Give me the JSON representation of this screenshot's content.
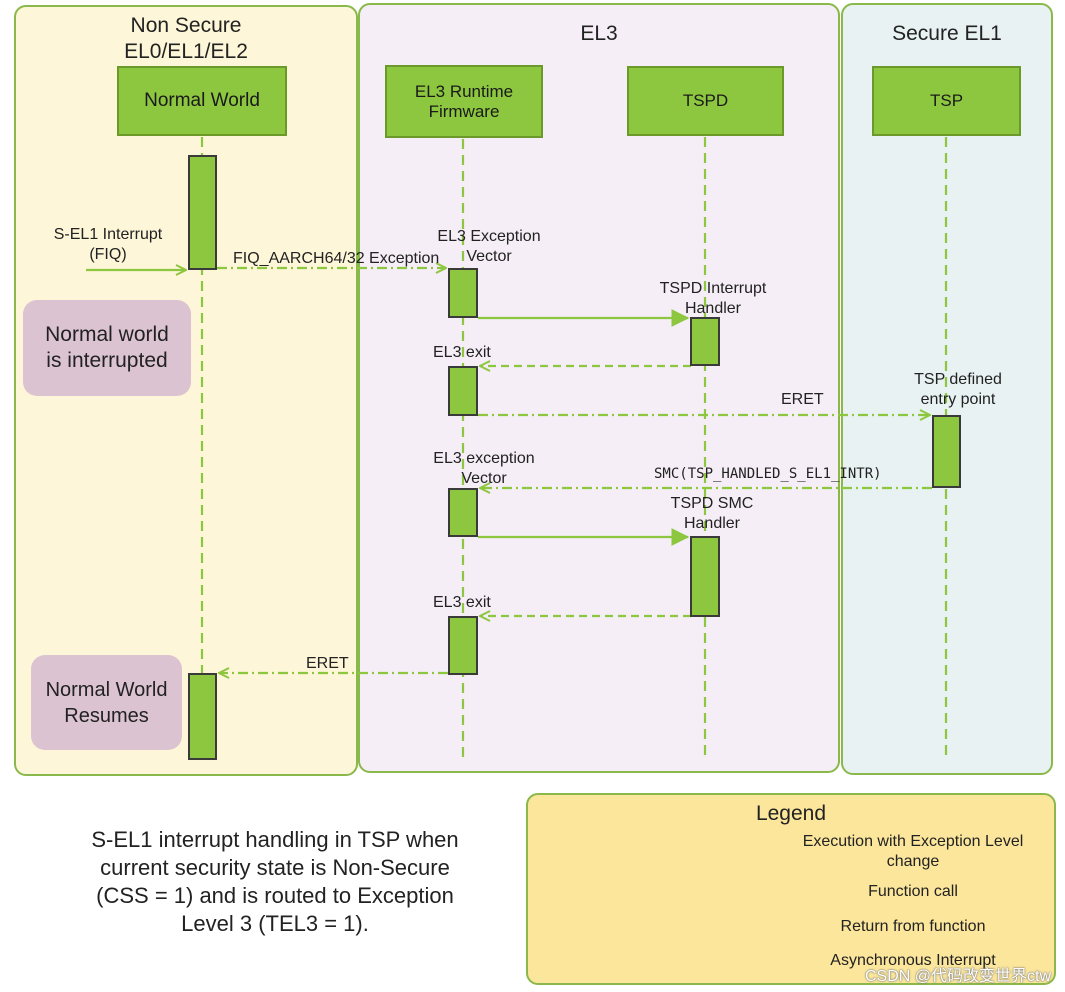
{
  "zones": {
    "nonsecure": {
      "title_line1": "Non Secure",
      "title_line2": "EL0/EL1/EL2"
    },
    "el3": {
      "title": "EL3"
    },
    "secure": {
      "title": "Secure EL1"
    }
  },
  "participants": {
    "normal_world": "Normal World",
    "runtime_line1": "EL3 Runtime",
    "runtime_line2": "Firmware",
    "tspd": "TSPD",
    "tsp": "TSP"
  },
  "notes": {
    "interrupted_line1": "Normal world",
    "interrupted_line2": "is interrupted",
    "resumes_line1": "Normal World",
    "resumes_line2": "Resumes"
  },
  "labels": {
    "sel1_interrupt_line1": "S-EL1 Interrupt",
    "sel1_interrupt_line2": "(FIQ)",
    "fiq_exception": "FIQ_AARCH64/32 Exception",
    "el3_exc_vector_line1": "EL3 Exception",
    "el3_exc_vector_line2": "Vector",
    "tspd_int_handler_line1": "TSPD Interrupt",
    "tspd_int_handler_line2": "Handler",
    "el3_exit_1": "EL3 exit",
    "eret_1": "ERET",
    "tsp_entry_line1": "TSP defined",
    "tsp_entry_line2": "entry point",
    "el3_exc_vector2_line1": "EL3 exception",
    "el3_exc_vector2_line2": "Vector",
    "smc_call": "SMC(TSP_HANDLED_S_EL1_INTR)",
    "tspd_smc_handler_line1": "TSPD SMC",
    "tspd_smc_handler_line2": "Handler",
    "el3_exit_2": "EL3 exit",
    "eret_2": "ERET"
  },
  "caption": {
    "line1": "S-EL1 interrupt handling in TSP when",
    "line2": "current security state is Non-Secure",
    "line3": "(CSS = 1) and is routed to Exception",
    "line4": "Level 3 (TEL3 = 1)."
  },
  "legend": {
    "title": "Legend",
    "exec_el_change_line1": "Execution with Exception Level",
    "exec_el_change_line2": "change",
    "function_call": "Function call",
    "return_from_function": "Return from function",
    "async_interrupt": "Asynchronous Interrupt"
  },
  "watermark": "CSDN @代码改变世界ctw",
  "colors": {
    "accent_green": "#8dc63f",
    "border_green": "#8ab84a",
    "nonsecure_bg": "#fdf6d8",
    "el3_bg": "#f5eef6",
    "secure_bg": "#e8f2f2",
    "note_bg": "#dcc3d2",
    "legend_bg": "#fbe69c"
  }
}
